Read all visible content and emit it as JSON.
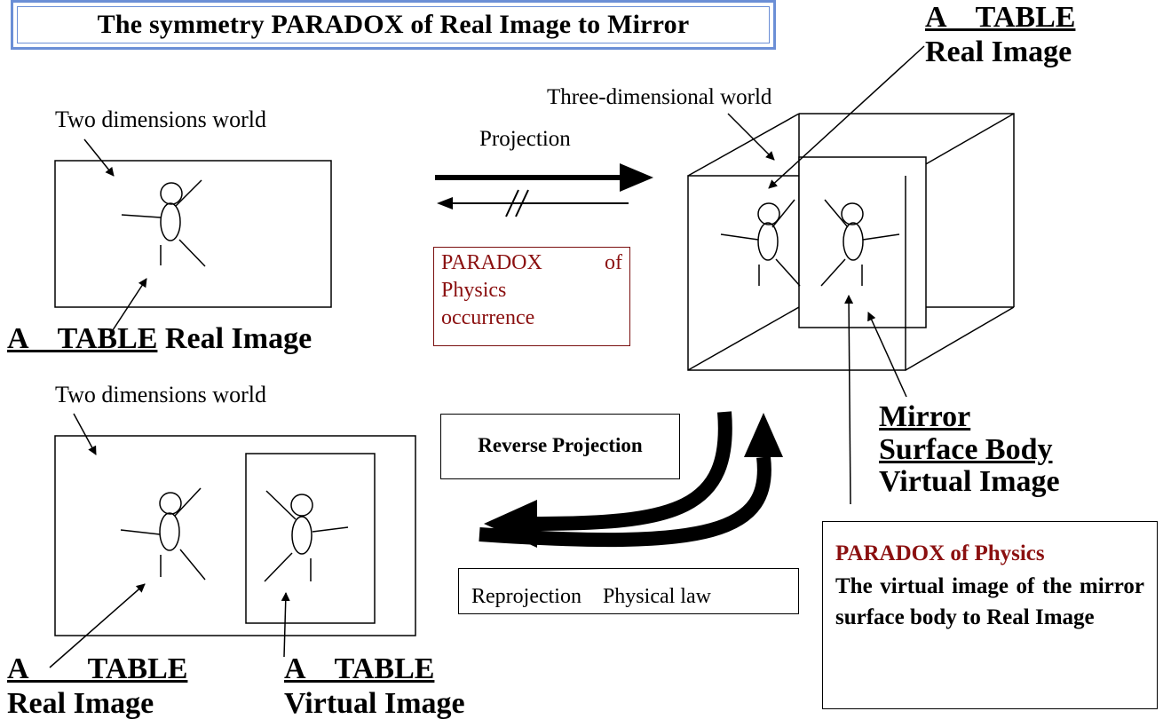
{
  "title": "The symmetry PARADOX of Real Image to Mirror",
  "left_top": {
    "world_label": "Two dimensions world",
    "table_label": "A　TABLE",
    "image_label": "Real Image"
  },
  "left_bottom": {
    "world_label": "Two dimensions world",
    "real": {
      "table_label": "A　　TABLE",
      "image_label": "Real Image"
    },
    "virtual": {
      "table_label": "A　TABLE",
      "image_label": "Virtual Image"
    }
  },
  "middle": {
    "projection_label": "Projection",
    "paradox_box": {
      "line1_a": "PARADOX",
      "line1_b": "of",
      "line2": "Physics",
      "line3": "occurrence"
    },
    "reverse_projection_label": "Reverse Projection",
    "reprojection_label": "Reprojection　Physical law"
  },
  "right": {
    "three_d_label": "Three-dimensional world",
    "table_label": "A　TABLE",
    "image_label": "Real Image",
    "mirror_label_1": "Mirror",
    "mirror_label_2": "Surface Body",
    "mirror_label_3": "Virtual Image",
    "law_box": {
      "heading": "PARADOX of Physics",
      "body": "The virtual image of the mirror surface body to Real Image"
    }
  },
  "colors": {
    "title_border": "#6b8fd6",
    "paradox_red": "#8b1010"
  }
}
